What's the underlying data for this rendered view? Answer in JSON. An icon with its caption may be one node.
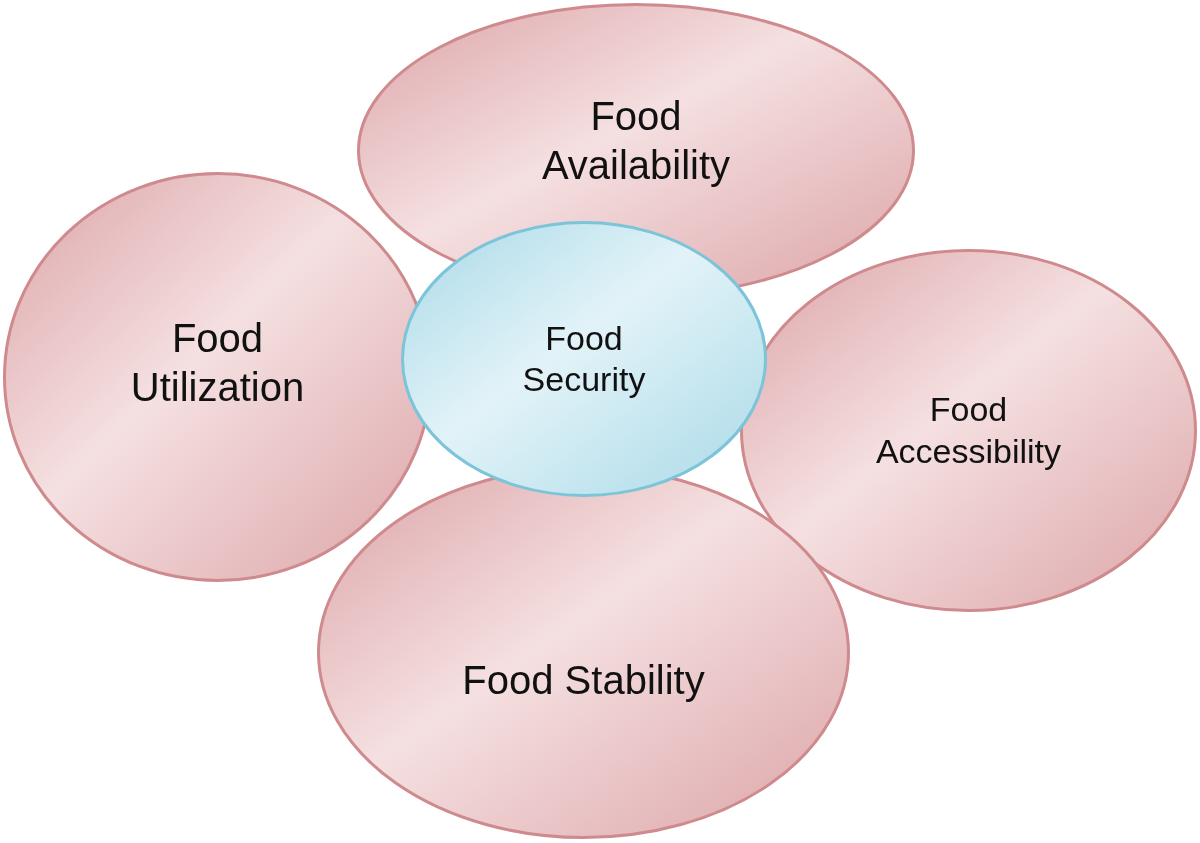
{
  "diagram": {
    "nodes": [
      {
        "text": [
          "Food Availability"
        ]
      },
      {
        "text": [
          "Food Utilization"
        ]
      },
      {
        "text": [
          "Food Security"
        ]
      },
      {
        "text": [
          "Food Accessibility"
        ]
      },
      {
        "text": [
          "Food Stability"
        ]
      }
    ]
  }
}
